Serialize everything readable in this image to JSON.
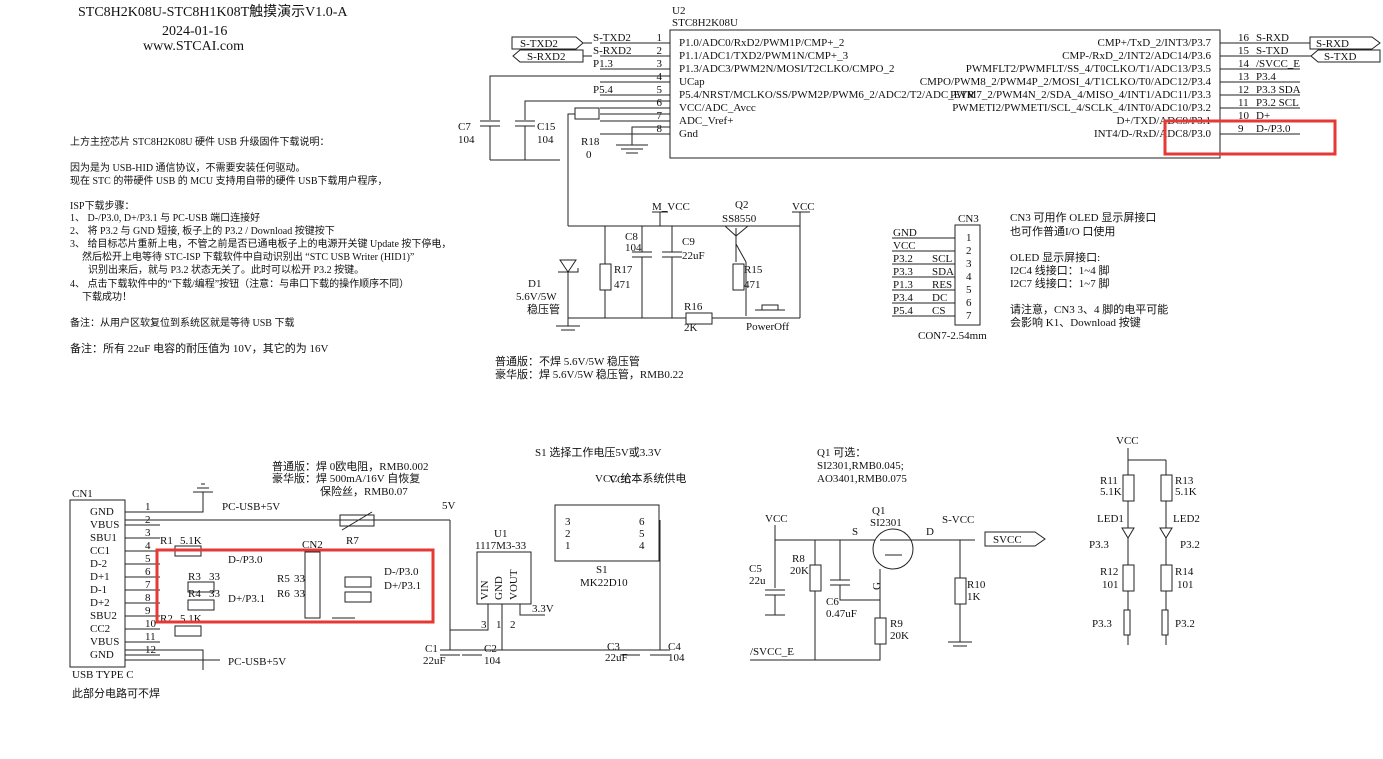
{
  "header": {
    "title": "STC8H2K08U-STC8H1K08T触摸演示V1.0-A",
    "date": "2024-01-16",
    "url": "www.STCAI.com"
  },
  "notes": {
    "usb_title": "上方主控芯片 STC8H2K08U 硬件 USB 升级固件下载说明：",
    "usb_p1": "因为是为 USB-HID 通信协议，不需要安装任何驱动。",
    "usb_p2": "现在 STC 的带硬件 USB 的 MCU 支持用自带的硬件 USB下载用户程序，",
    "isp_title": "ISP下载步骤：",
    "step1": "1、 D-/P3.0, D+/P3.1 与 PC-USB 端口连接好",
    "step2": "2、 将 P3.2 与 GND 短接, 板子上的 P3.2 / Download 按键按下",
    "step3a": "3、 给目标芯片重新上电，不管之前是否已通电板子上的电源开关键 Update 按下停电，",
    "step3b": "然后松开上电等待 STC-ISP 下载软件中自动识别出 “STC USB Writer (HID1)”",
    "step3c": "识别出来后，就与 P3.2 状态无关了。此时可以松开 P3.2 按键。",
    "step4a": "4、 点击下载软件中的“下载/编程”按钮（注意：与串口下载的操作顺序不同）",
    "step4b": "下载成功！",
    "remark1": "备注：从用户区软复位到系统区就是等待 USB 下载",
    "remark2": "备注：所有 22uF 电容的耐压值为 10V，其它的为 16V",
    "zener_normal": "普通版：不焊 5.6V/5W 稳压管",
    "zener_deluxe": "豪华版：焊   5.6V/5W 稳压管，RMB0.22",
    "cn3_1": "CN3 可用作 OLED 显示屏接口",
    "cn3_2": "也可作普通I/O 口使用",
    "oled_1": "OLED 显示屏接口:",
    "oled_2": "I2C4 线接口：1~4 脚",
    "oled_3": "I2C7 线接口：1~7 脚",
    "warn_1": "请注意，CN3 3、4 脚的电平可能",
    "warn_2": "会影响 K1、Download 按键",
    "fuse_1": "普通版：焊 0欧电阻，RMB0.002",
    "fuse_2": "豪华版：焊 500mA/16V 自恢复",
    "fuse_3": "保险丝，RMB0.07",
    "s1_sel": "S1 选择工作电压5V或3.3V",
    "s1_vcc": "VCC   给本系统供电",
    "q1_1": "Q1 可选：",
    "q1_2": "SI2301,RMB0.045;",
    "q1_3": "AO3401,RMB0.075",
    "usb_nosolder": "此部分电路可不焊"
  },
  "mcu": {
    "ref": "U2",
    "part": "STC8H2K08U",
    "left_pins": [
      {
        "num": "1",
        "name": "P1.0/ADC0/RxD2/PWM1P/CMP+_2",
        "net": "S-TXD2"
      },
      {
        "num": "2",
        "name": "P1.1/ADC1/TXD2/PWM1N/CMP+_3",
        "net": "S-RXD2"
      },
      {
        "num": "3",
        "name": "P1.3/ADC3/PWM2N/MOSI/T2CLKO/CMPO_2",
        "net": "P1.3"
      },
      {
        "num": "4",
        "name": "UCap",
        "net": ""
      },
      {
        "num": "5",
        "name": "P5.4/NRST/MCLKO/SS/PWM2P/PWM6_2/ADC2/T2/ADC_ETR",
        "net": "P5.4"
      },
      {
        "num": "6",
        "name": "VCC/ADC_Avcc",
        "net": ""
      },
      {
        "num": "7",
        "name": "ADC_Vref+",
        "net": ""
      },
      {
        "num": "8",
        "name": "Gnd",
        "net": ""
      }
    ],
    "right_pins": [
      {
        "num": "16",
        "name": "CMP+/TxD_2/INT3/P3.7",
        "net": "S-RXD"
      },
      {
        "num": "15",
        "name": "CMP-/RxD_2/INT2/ADC14/P3.6",
        "net": "S-TXD"
      },
      {
        "num": "14",
        "name": "PWMFLT2/PWMFLT/SS_4/T0CLKO/T1/ADC13/P3.5",
        "net": "/SVCC_E"
      },
      {
        "num": "13",
        "name": "CMPO/PWM8_2/PWM4P_2/MOSI_4/T1CLKO/T0/ADC12/P3.4",
        "net": "P3.4"
      },
      {
        "num": "12",
        "name": "PWM7_2/PWM4N_2/SDA_4/MISO_4/INT1/ADC11/P3.3",
        "net": "P3.3   SDA"
      },
      {
        "num": "11",
        "name": "PWMETI2/PWMETI/SCL_4/SCLK_4/INT0/ADC10/P3.2",
        "net": "P3.2   SCL"
      },
      {
        "num": "10",
        "name": "D+/TXD/ADC9/P3.1",
        "net": "D+"
      },
      {
        "num": "9",
        "name": "INT4/D-/RxD/ADC8/P3.0",
        "net": "D-/P3.0"
      }
    ],
    "ports": {
      "s_txd2": "S-TXD2",
      "s_rxd2": "S-RXD2",
      "s_rxd": "S-RXD",
      "s_txd": "S-TXD"
    }
  },
  "top_parts": {
    "c7": "C7",
    "c7v": "104",
    "c15": "C15",
    "c15v": "104",
    "r18": "R18",
    "r18v": "0",
    "m_vcc": "M_VCC",
    "q2": "Q2",
    "q2v": "SS8550",
    "vcc": "VCC",
    "c8": "C8",
    "c8v": "104",
    "c9": "C9",
    "c9v": "22uF",
    "r17": "R17",
    "r17v": "471",
    "r15": "R15",
    "r15v": "471",
    "r16": "R16",
    "r16v": "2K",
    "d1": "D1",
    "d1v": "5.6V/5W",
    "d1n": "稳压管",
    "poweroff": "PowerOff"
  },
  "cn3": {
    "ref": "CN3",
    "part": "CON7-2.54mm",
    "pins": [
      {
        "num": "1",
        "net": "GND",
        "sig": ""
      },
      {
        "num": "2",
        "net": "VCC",
        "sig": ""
      },
      {
        "num": "3",
        "net": "P3.2",
        "sig": "SCL"
      },
      {
        "num": "4",
        "net": "P3.3",
        "sig": "SDA"
      },
      {
        "num": "5",
        "net": "P1.3",
        "sig": "RES"
      },
      {
        "num": "6",
        "net": "P3.4",
        "sig": "DC"
      },
      {
        "num": "7",
        "net": "P5.4",
        "sig": "CS"
      }
    ]
  },
  "usb": {
    "ref": "CN1",
    "part": "USB TYPE C",
    "pins": [
      {
        "num": "1",
        "name": "GND"
      },
      {
        "num": "2",
        "name": "VBUS"
      },
      {
        "num": "3",
        "name": "SBU1"
      },
      {
        "num": "4",
        "name": "CC1"
      },
      {
        "num": "5",
        "name": "D-2"
      },
      {
        "num": "6",
        "name": "D+1"
      },
      {
        "num": "7",
        "name": "D-1"
      },
      {
        "num": "8",
        "name": "D+2"
      },
      {
        "num": "9",
        "name": "SBU2"
      },
      {
        "num": "10",
        "name": "CC2"
      },
      {
        "num": "11",
        "name": "VBUS"
      },
      {
        "num": "12",
        "name": "GND"
      }
    ],
    "pc_usb_top": "PC-USB+5V",
    "pc_usb_bot": "PC-USB+5V",
    "r1": "R1",
    "r1v": "5.1K",
    "r2": "R2",
    "r2v": "5.1K",
    "r3": "R3",
    "r3v": "33",
    "r4": "R4",
    "r4v": "33",
    "r5": "R5",
    "r5v": "33",
    "r6": "R6",
    "r6v": "33",
    "dminus": "D-/P3.0",
    "dplus": "D+/P3.1",
    "dminus2": "D-/P3.0",
    "dplus2": "D+/P3.1",
    "cn2": "CN2",
    "r7": "R7",
    "v5": "5V"
  },
  "regulator": {
    "ref": "U1",
    "part": "1117M3-33",
    "vin": "VIN",
    "gnd": "GND",
    "vout": "VOUT",
    "v33": "3.3V",
    "p1": "1",
    "p2": "2",
    "p3": "3",
    "s1": "S1",
    "s1v": "MK22D10",
    "vcc": "VCC",
    "c1": "C1",
    "c1v": "22uF",
    "c2": "C2",
    "c2v": "104",
    "c3": "C3",
    "c3v": "22uF",
    "c4": "C4",
    "c4v": "104"
  },
  "power_switch": {
    "vcc": "VCC",
    "q1": "Q1",
    "q1v": "SI2301",
    "s": "S",
    "d": "D",
    "g": "G",
    "svcc": "S-VCC",
    "svcc_port": "SVCC",
    "c5": "C5",
    "c5v": "22u",
    "r8": "R8",
    "r8v": "20K",
    "c6": "C6",
    "c6v": "0.47uF",
    "r9": "R9",
    "r9v": "20K",
    "r10": "R10",
    "r10v": "1K",
    "svcc_e": "/SVCC_E"
  },
  "leds": {
    "vcc": "VCC",
    "r11": "R11",
    "r11v": "5.1K",
    "r13": "R13",
    "r13v": "5.1K",
    "led1": "LED1",
    "led2": "LED2",
    "p33a": "P3.3",
    "p32a": "P3.2",
    "r12": "R12",
    "r12v": "101",
    "r14": "R14",
    "r14v": "101",
    "p33b": "P3.3",
    "p32b": "P3.2"
  }
}
